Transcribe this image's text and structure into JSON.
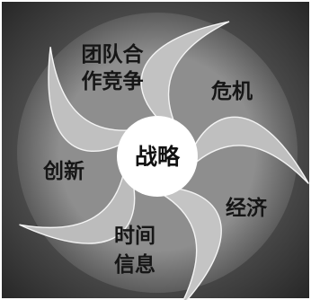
{
  "diagram": {
    "center_label": "战略",
    "segments": [
      {
        "id": "team",
        "lines": [
          "团队合",
          "作竞争"
        ]
      },
      {
        "id": "crisis",
        "lines": [
          "危机"
        ]
      },
      {
        "id": "economy",
        "lines": [
          "经济"
        ]
      },
      {
        "id": "time-info",
        "lines": [
          "时间",
          "信息"
        ]
      },
      {
        "id": "innovation",
        "lines": [
          "创新"
        ]
      }
    ]
  },
  "colors": {
    "background": "#ffffff",
    "panel": "#3d3d3d",
    "ring": "#777777",
    "blade": "#bdbdbd",
    "hub": "#ffffff",
    "text": "#161616"
  }
}
